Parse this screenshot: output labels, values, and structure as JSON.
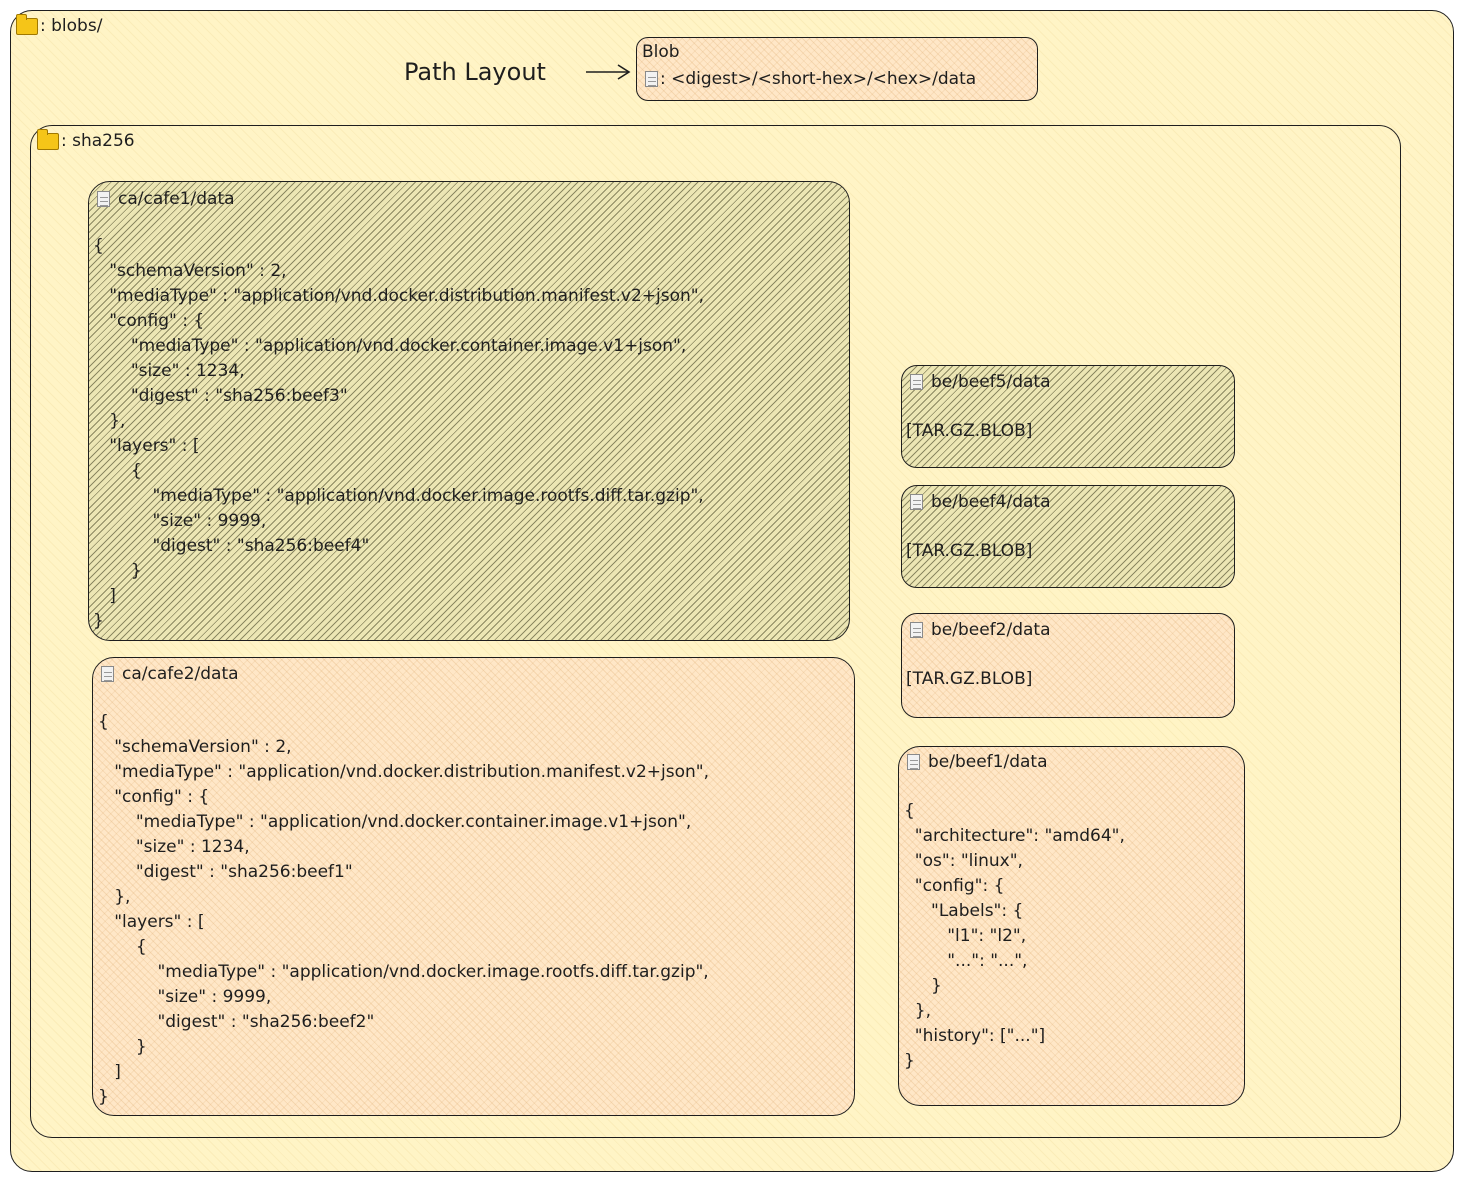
{
  "root": {
    "label": ": blobs/",
    "icon": "folder-icon"
  },
  "path_layout": {
    "title": "Path Layout",
    "blob_label": "Blob",
    "blob_path": ": <digest>/<short-hex>/<hex>/data",
    "icon": "document-icon"
  },
  "sha256": {
    "label": ": sha256",
    "icon": "folder-icon"
  },
  "files": {
    "cafe1": {
      "title": "ca/cafe1/data",
      "content": "{\n   \"schemaVersion\" : 2,\n   \"mediaType\" : \"application/vnd.docker.distribution.manifest.v2+json\",\n   \"config\" : {\n       \"mediaType\" : \"application/vnd.docker.container.image.v1+json\",\n       \"size\" : 1234,\n       \"digest\" : \"sha256:beef3\"\n   },\n   \"layers\" : [\n       {\n           \"mediaType\" : \"application/vnd.docker.image.rootfs.diff.tar.gzip\",\n           \"size\" : 9999,\n           \"digest\" : \"sha256:beef4\"\n       }\n   ]\n}"
    },
    "cafe2": {
      "title": "ca/cafe2/data",
      "content": "{\n   \"schemaVersion\" : 2,\n   \"mediaType\" : \"application/vnd.docker.distribution.manifest.v2+json\",\n   \"config\" : {\n       \"mediaType\" : \"application/vnd.docker.container.image.v1+json\",\n       \"size\" : 1234,\n       \"digest\" : \"sha256:beef1\"\n   },\n   \"layers\" : [\n       {\n           \"mediaType\" : \"application/vnd.docker.image.rootfs.diff.tar.gzip\",\n           \"size\" : 9999,\n           \"digest\" : \"sha256:beef2\"\n       }\n   ]\n}"
    },
    "beef5": {
      "title": "be/beef5/data",
      "content": "[TAR.GZ.BLOB]"
    },
    "beef4": {
      "title": "be/beef4/data",
      "content": "[TAR.GZ.BLOB]"
    },
    "beef2": {
      "title": "be/beef2/data",
      "content": "[TAR.GZ.BLOB]"
    },
    "beef1": {
      "title": "be/beef1/data",
      "content": "{\n  \"architecture\": \"amd64\",\n  \"os\": \"linux\",\n  \"config\": {\n     \"Labels\": {\n        \"l1\": \"l2\",\n        \"...\": \"...\",\n     }\n  },\n  \"history\": [\"...\"]\n}"
    }
  },
  "colors": {
    "background_outer": "#fff4c6",
    "file_fill_light": "#ffe7c7",
    "file_fill_dark_hatch": "#3c3c1e",
    "stroke": "#1e1e1e"
  }
}
